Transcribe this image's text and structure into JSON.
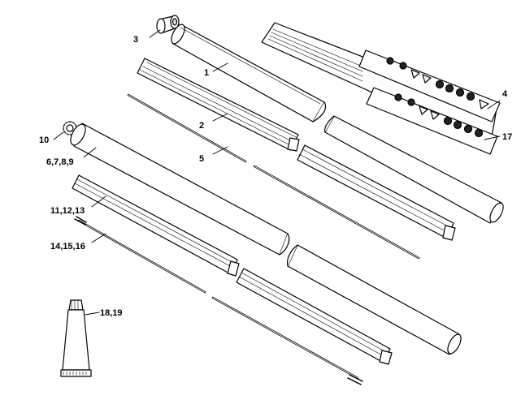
{
  "callouts": {
    "c1": "1",
    "c2": "2",
    "c3": "3",
    "c4": "4",
    "c5": "5",
    "c10": "10",
    "c17": "17",
    "c6789": "6,7,8,9",
    "c111213": "11,12,13",
    "c141516": "14,15,16",
    "c1819": "18,19"
  }
}
